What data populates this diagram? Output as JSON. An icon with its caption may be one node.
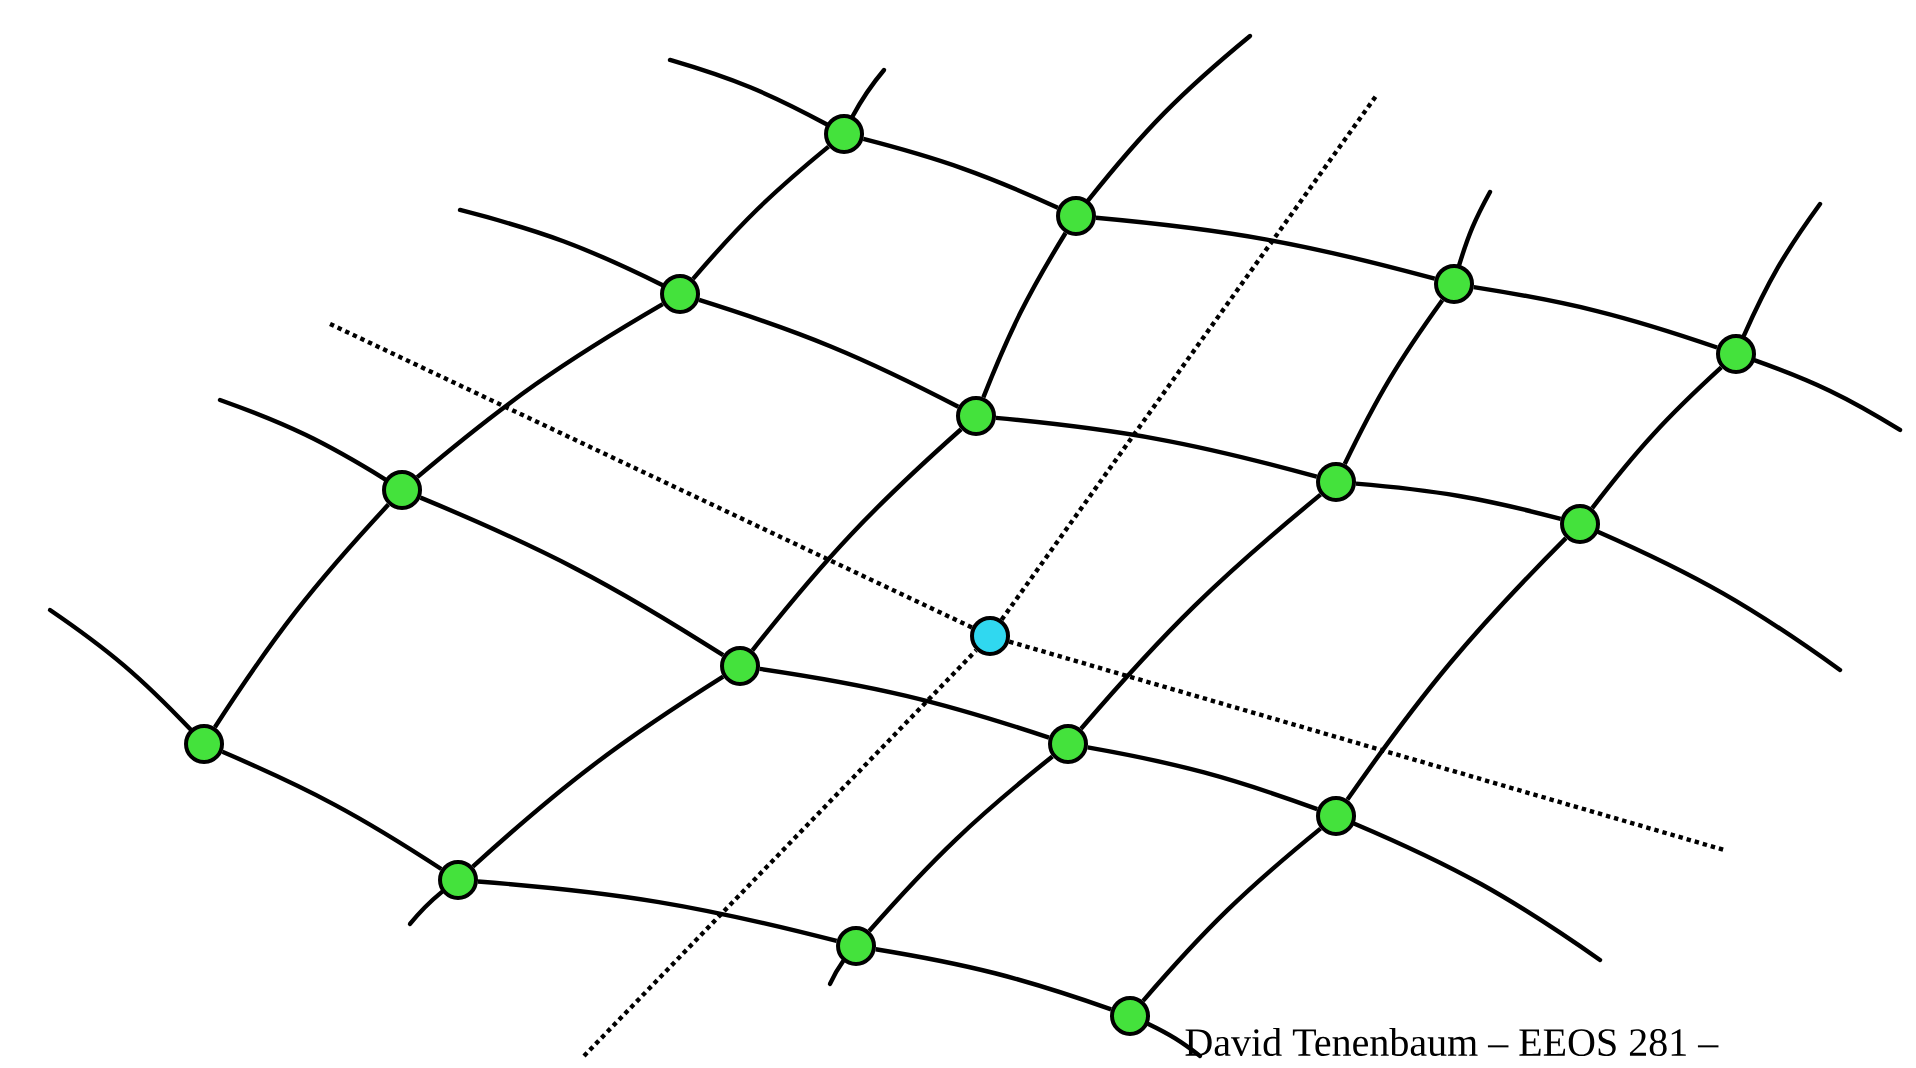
{
  "diagram": {
    "nodes": [
      {
        "text": [],
        "shape": "circle"
      },
      {
        "text": [],
        "shape": "circle"
      },
      {
        "text": [],
        "shape": "circle"
      },
      {
        "text": [],
        "shape": "circle"
      },
      {
        "text": [],
        "shape": "circle"
      },
      {
        "text": [],
        "shape": "circle"
      },
      {
        "text": [],
        "shape": "circle"
      },
      {
        "text": [],
        "shape": "circle"
      },
      {
        "text": [],
        "shape": "circle"
      },
      {
        "text": [],
        "shape": "circle"
      },
      {
        "text": [],
        "shape": "circle"
      },
      {
        "text": [],
        "shape": "circle"
      },
      {
        "text": [],
        "shape": "circle"
      },
      {
        "text": [],
        "shape": "circle"
      },
      {
        "text": [],
        "shape": "circle"
      },
      {
        "text": [],
        "shape": "circle"
      },
      {
        "text": [],
        "shape": "circle"
      }
    ],
    "edges": [
      {
        "from": 0,
        "to": 1,
        "arrow": "none"
      },
      {
        "from": 1,
        "to": 2,
        "arrow": "none"
      },
      {
        "from": 2,
        "to": 4,
        "arrow": "none"
      },
      {
        "from": 3,
        "to": 5,
        "arrow": "none"
      },
      {
        "from": 5,
        "to": 6,
        "arrow": "none"
      },
      {
        "from": 6,
        "to": 8,
        "arrow": "none"
      },
      {
        "from": 7,
        "to": 10,
        "arrow": "none"
      },
      {
        "from": 10,
        "to": 12,
        "arrow": "none"
      },
      {
        "from": 12,
        "to": 13,
        "arrow": "none"
      },
      {
        "from": 11,
        "to": 14,
        "arrow": "none"
      },
      {
        "from": 14,
        "to": 15,
        "arrow": "none"
      },
      {
        "from": 15,
        "to": 16,
        "arrow": "none"
      },
      {
        "from": 11,
        "to": 7,
        "arrow": "none"
      },
      {
        "from": 7,
        "to": 3,
        "arrow": "none"
      },
      {
        "from": 3,
        "to": 0,
        "arrow": "none"
      },
      {
        "from": 14,
        "to": 10,
        "arrow": "none"
      },
      {
        "from": 10,
        "to": 5,
        "arrow": "none"
      },
      {
        "from": 5,
        "to": 1,
        "arrow": "none"
      },
      {
        "from": 15,
        "to": 12,
        "arrow": "none"
      },
      {
        "from": 12,
        "to": 6,
        "arrow": "none"
      },
      {
        "from": 6,
        "to": 2,
        "arrow": "none"
      },
      {
        "from": 16,
        "to": 13,
        "arrow": "none"
      },
      {
        "from": 13,
        "to": 8,
        "arrow": "none"
      },
      {
        "from": 8,
        "to": 4,
        "arrow": "none"
      }
    ],
    "labels": [
      "David Tenenbaum – EEOS 281 –"
    ]
  }
}
